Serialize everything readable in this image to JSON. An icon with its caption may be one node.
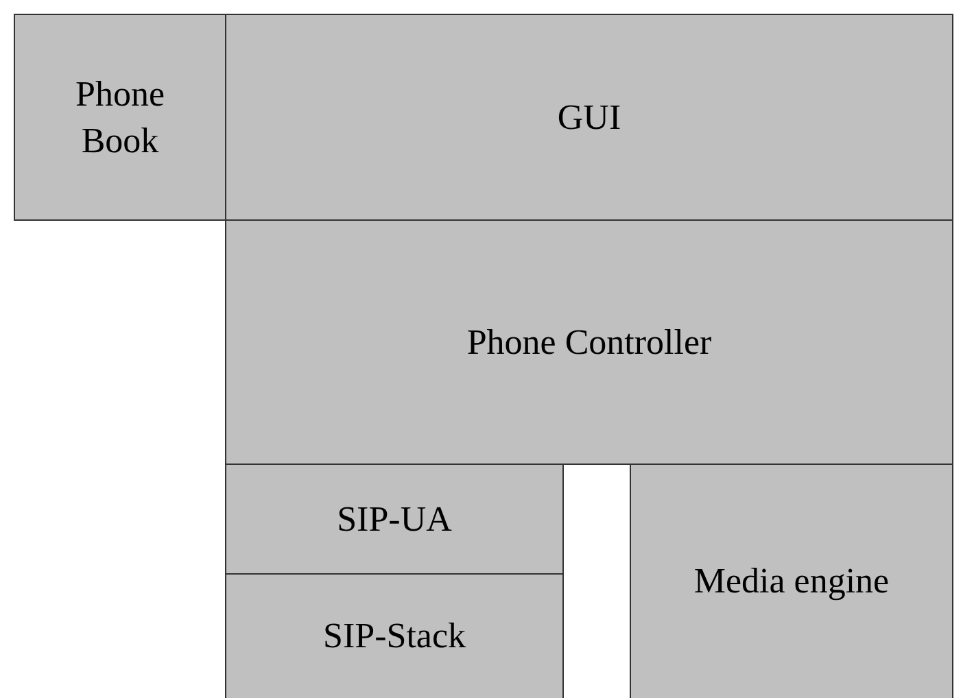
{
  "diagram": {
    "nodes": [
      {
        "text": [
          "Phone Book"
        ]
      },
      {
        "text": [
          "GUI"
        ]
      },
      {
        "text": [
          "Phone Controller"
        ]
      },
      {
        "text": [
          "SIP-UA"
        ]
      },
      {
        "text": [
          "SIP-Stack"
        ]
      },
      {
        "text": [
          "Media engine"
        ]
      }
    ]
  }
}
